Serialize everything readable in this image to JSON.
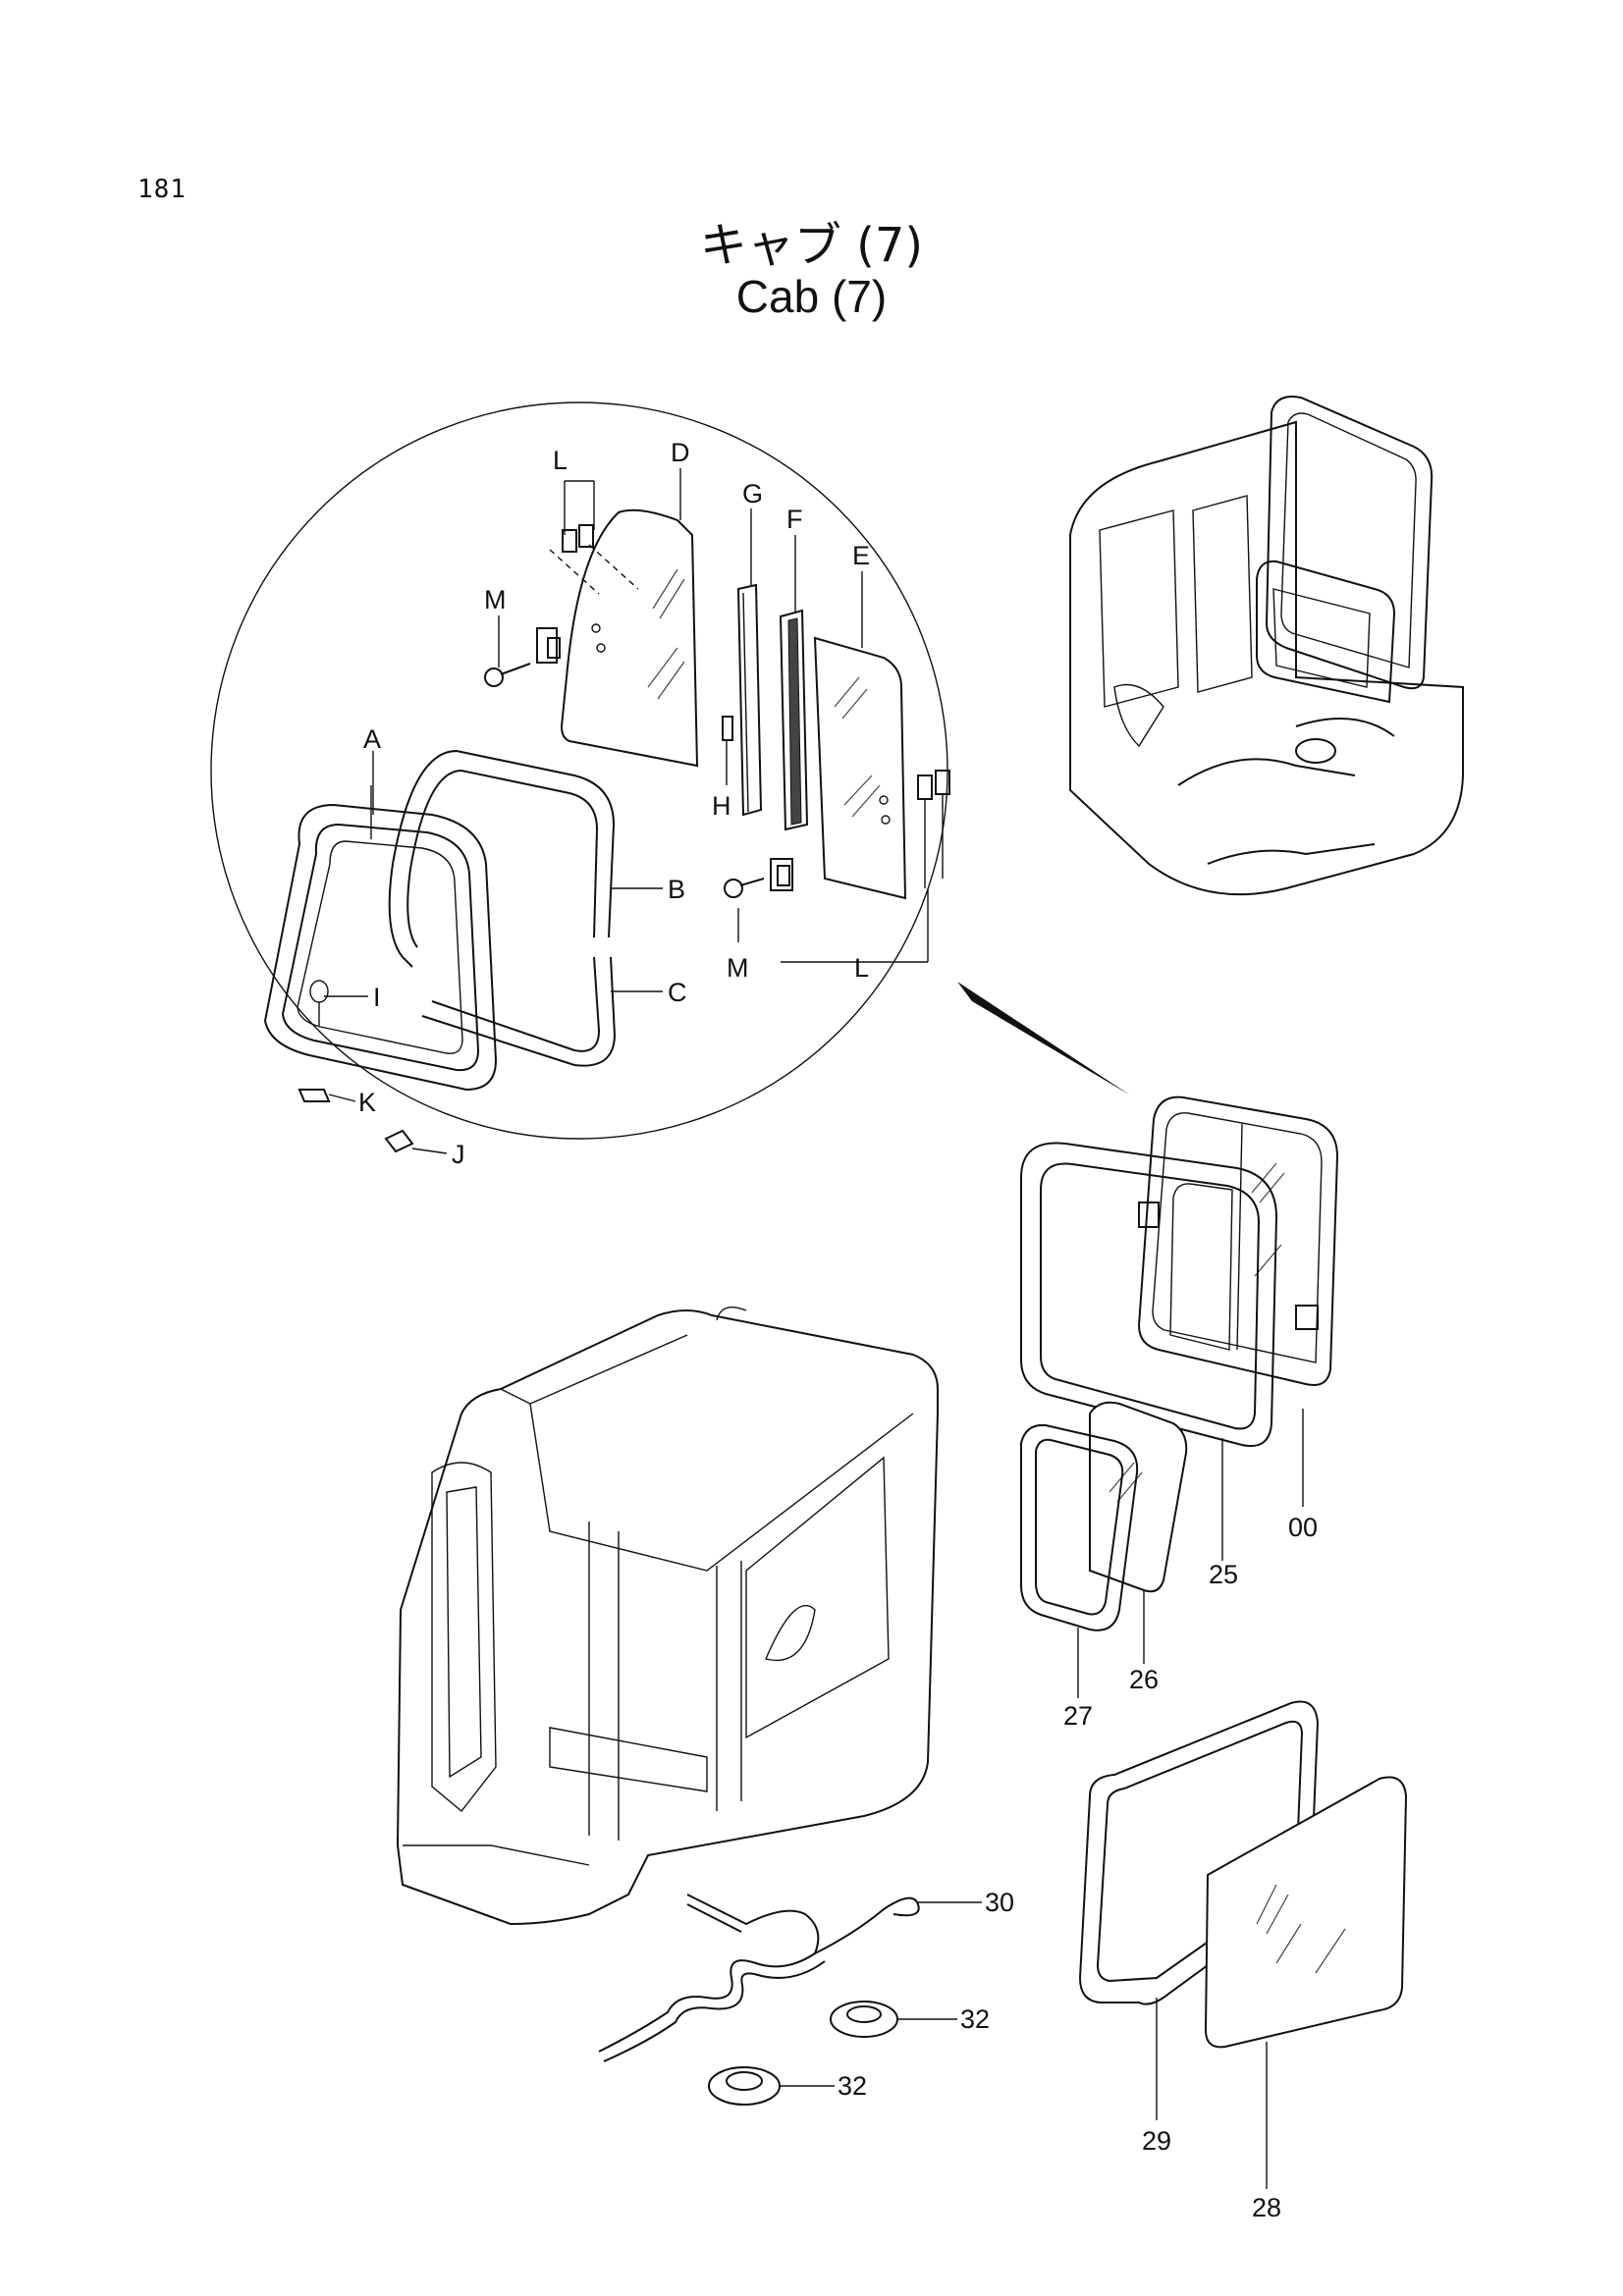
{
  "page": {
    "number": "181",
    "title_ja": "キャブ (7)",
    "title_en": "Cab (7)"
  },
  "labels": {
    "A": "A",
    "B": "B",
    "C": "C",
    "D": "D",
    "E": "E",
    "F": "F",
    "G": "G",
    "H": "H",
    "I": "I",
    "J": "J",
    "K": "K",
    "L_top": "L",
    "L_bottom": "L",
    "M_left": "M",
    "M_right": "M",
    "p00": "00",
    "p25": "25",
    "p26": "26",
    "p27": "27",
    "p28": "28",
    "p29": "29",
    "p30": "30",
    "p32a": "32",
    "p32b": "32"
  }
}
